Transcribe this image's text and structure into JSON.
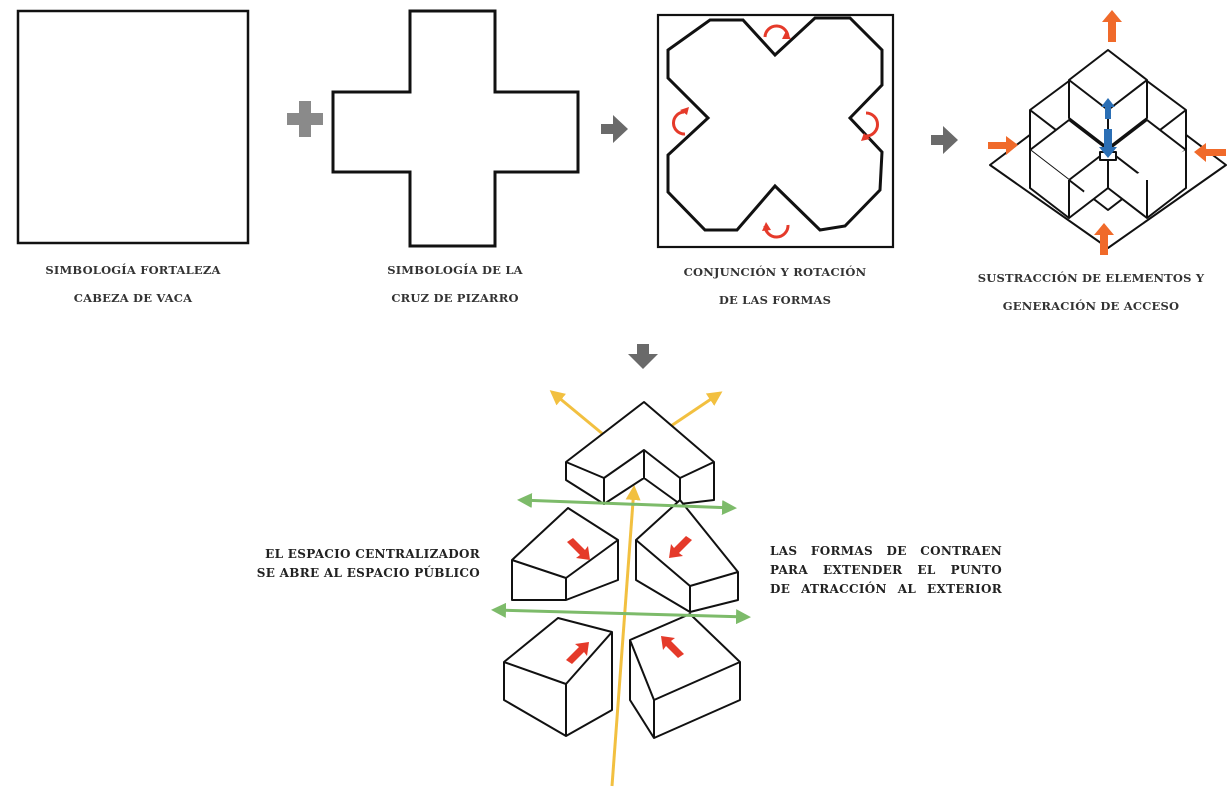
{
  "steps": [
    {
      "line1": "SIMBOLOGÍA FORTALEZA",
      "line2": "CABEZA DE VACA"
    },
    {
      "line1": "SIMBOLOGÍA DE LA",
      "line2": "CRUZ DE PIZARRO"
    },
    {
      "line1": "CONJUNCIÓN Y ROTACIÓN",
      "line2": "DE LAS FORMAS"
    },
    {
      "line1": "SUSTRACCIÓN DE ELEMENTOS Y",
      "line2": "GENERACIÓN DE ACCESO"
    }
  ],
  "notes": {
    "left": {
      "line1": "EL ESPACIO CENTRALIZADOR",
      "line2": "SE ABRE AL ESPACIO PÚBLICO"
    },
    "right": {
      "line1": "LAS FORMAS DE CONTRAEN",
      "line2": "PARA EXTENDER EL PUNTO",
      "line3": "DE ATRACCIÓN AL EXTERIOR"
    }
  },
  "colors": {
    "stroke": "#111111",
    "operator_gray": "#8a8a8a",
    "arrow_gray": "#666666",
    "rotation_red": "#e53a2a",
    "push_orange": "#f06a2a",
    "blue": "#2b6fb5",
    "green": "#7dbb6a",
    "yellow": "#f2c040"
  }
}
